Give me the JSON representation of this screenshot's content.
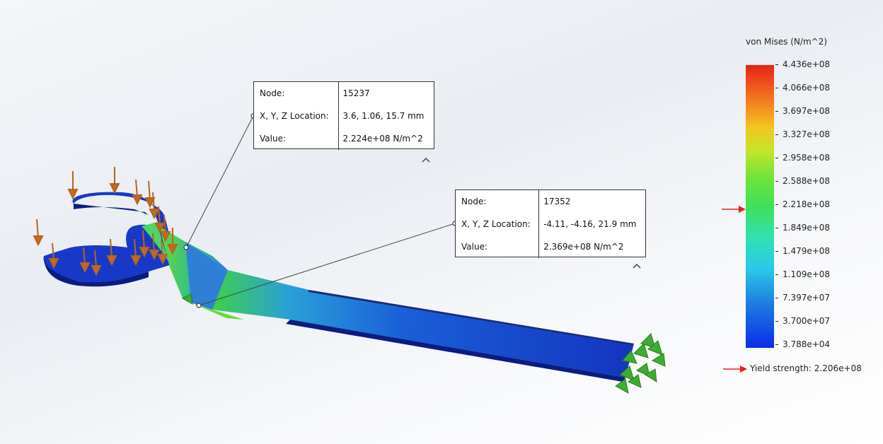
{
  "probes": [
    {
      "node_label": "Node:",
      "node_value": "15237",
      "location_label": "X, Y, Z Location:",
      "location_value": "3.6, 1.06, 15.7 mm",
      "value_label": "Value:",
      "value_value": "2.224e+08  N/m^2"
    },
    {
      "node_label": "Node:",
      "node_value": "17352",
      "location_label": "X, Y, Z Location:",
      "location_value": "-4.11, -4.16, 21.9 mm",
      "value_label": "Value:",
      "value_value": "2.369e+08  N/m^2"
    }
  ],
  "legend": {
    "title": "von Mises (N/m^2)",
    "labels": [
      "4.436e+08",
      "4.066e+08",
      "3.697e+08",
      "3.327e+08",
      "2.958e+08",
      "2.588e+08",
      "2.218e+08",
      "1.849e+08",
      "1.479e+08",
      "1.109e+08",
      "7.397e+07",
      "3.700e+07",
      "3.788e+04"
    ],
    "yield_label": "Yield strength: 2.206e+08",
    "colors": {
      "max": "#e8221a",
      "mid": "#3fe05a",
      "min": "#0a2ce8",
      "marker": "#e8221a"
    }
  },
  "model": {
    "load_arrow_color": "#b5651d",
    "fixture_color": "#3cae2f",
    "body_color": "#1838c8"
  }
}
